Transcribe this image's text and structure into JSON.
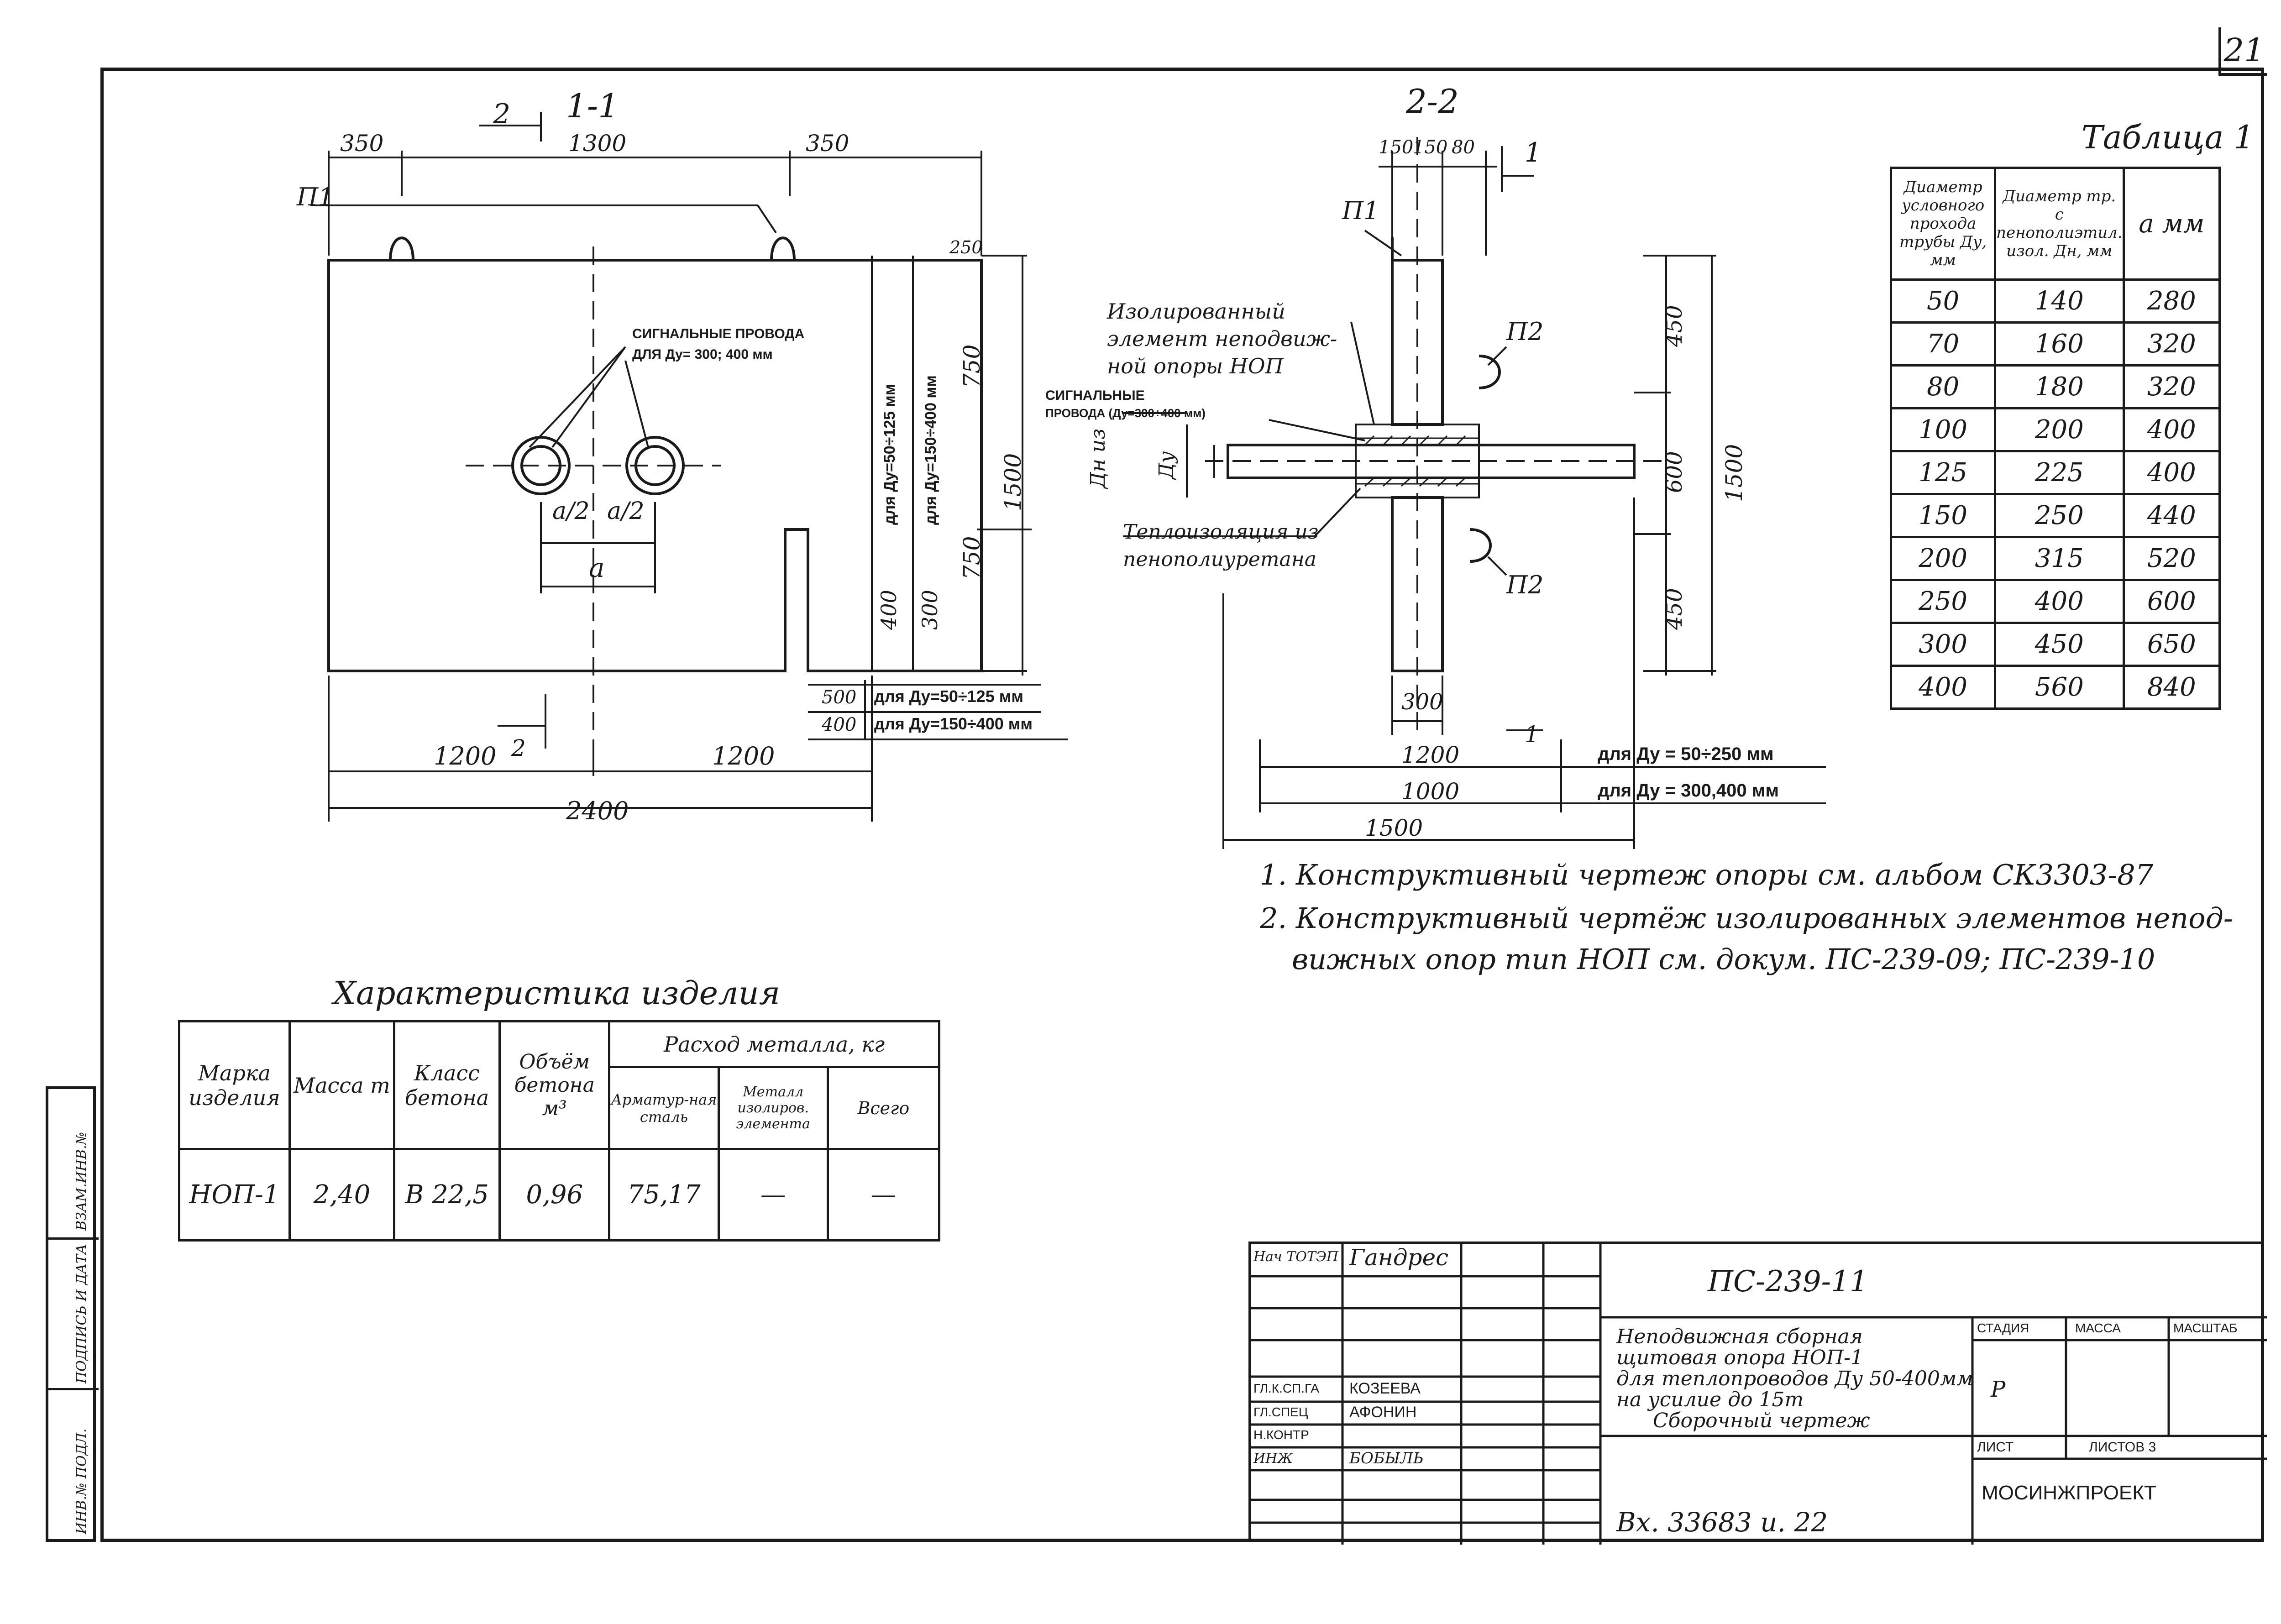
{
  "sheet": {
    "number": "21"
  },
  "section_1_1": {
    "title": "1-1",
    "cut_mark": "2",
    "dims_top": [
      "350",
      "1300",
      "350"
    ],
    "loop_label": "П1",
    "dim_top_small": "250",
    "wires_label_1": "СИГНАЛЬНЫЕ ПРОВОДА",
    "wires_label_2": "ДЛЯ Ду= 300; 400 мм",
    "half_a_left": "a/2",
    "half_a_right": "a/2",
    "dim_a": "a",
    "vert_dim_1": "для Ду=50÷125 мм",
    "vert_dim_2": "для Ду=150÷400 мм",
    "v750_top": "750",
    "v1500": "1500",
    "v750_bottom": "750",
    "v400": "400",
    "v300": "300",
    "row_500": "500",
    "row_500_text": "для Ду=50÷125 мм",
    "row_400": "400",
    "row_400_text": "для Ду=150÷400 мм",
    "bottom_left": "1200",
    "bottom_right": "1200",
    "bottom_mark": "2",
    "bottom_total": "2400"
  },
  "section_2_2": {
    "title": "2-2",
    "dims_top": [
      "150",
      "150",
      "80"
    ],
    "cut_mark": "1",
    "loop_p1": "П1",
    "loop_p2_top": "П2",
    "loop_p2_bottom": "П2",
    "insulated_1": "Изолированный",
    "insulated_2": "элемент неподвиж-",
    "insulated_3": "ной опоры НОП",
    "wires_1": "СИГНАЛЬНЫЕ",
    "wires_2": "ПРОВОДА (Ду=300÷400 мм)",
    "dn_label": "Дн из",
    "dy_label": "Ду",
    "foam_1": "Теплоизоляция из",
    "foam_2": "пенополиуретана",
    "v450_top": "450",
    "v600": "600",
    "v450_bottom": "450",
    "v1500": "1500",
    "dim_300": "300",
    "bottom_cut": "1",
    "dim_1200": "1200",
    "dim_1200_text": "для Ду = 50÷250 мм",
    "dim_1000": "1000",
    "dim_1000_text": "для Ду = 300,400 мм",
    "dim_1500": "1500"
  },
  "table1": {
    "title": "Таблица 1",
    "headers": [
      "Диаметр условного прохода трубы Ду, мм",
      "Диаметр тр. с пенополиэтил. изол. Дн, мм",
      "а мм"
    ],
    "rows": [
      [
        "50",
        "140",
        "280"
      ],
      [
        "70",
        "160",
        "320"
      ],
      [
        "80",
        "180",
        "320"
      ],
      [
        "100",
        "200",
        "400"
      ],
      [
        "125",
        "225",
        "400"
      ],
      [
        "150",
        "250",
        "440"
      ],
      [
        "200",
        "315",
        "520"
      ],
      [
        "250",
        "400",
        "600"
      ],
      [
        "300",
        "450",
        "650"
      ],
      [
        "400",
        "560",
        "840"
      ]
    ]
  },
  "notes": {
    "line1": "1. Конструктивный чертеж опоры см. альбом СК3303-87",
    "line2": "2. Конструктивный чертёж изолированных элементов непод-",
    "line3": "вижных опор тип НОП см. докум. ПС-239-09; ПС-239-10"
  },
  "characteristics": {
    "title": "Характеристика изделия",
    "h_mark": "Марка изделия",
    "h_mass": "Масса т",
    "h_class": "Класс бетона",
    "h_volume": "Объём бетона м³",
    "h_metal": "Расход металла, кг",
    "h_rebar": "Арматур-ная сталь",
    "h_iso": "Металл изолиров. элемента",
    "h_total": "Всего",
    "row": [
      "НОП-1",
      "2,40",
      "В 22,5",
      "0,96",
      "75,17",
      "—",
      "—"
    ]
  },
  "stamp": {
    "doc_code": "ПС-239-11",
    "title_1": "Неподвижная сборная",
    "title_2": "щитовая опора НОП-1",
    "title_3": "для теплопроводов Ду 50-400мм",
    "title_4": "на усилие до 15т",
    "title_5": "Сборочный чертеж",
    "role_1": "Нач ТОТЭП",
    "name_1": "Гандрес",
    "role_2": "ГЛ.К.СП.ГА",
    "name_2": "КОЗЕЕВА",
    "role_3": "ГЛ.СПЕЦ",
    "name_3": "АФОНИН",
    "role_4": "Н.КОНТР",
    "name_4": "",
    "role_5": "ИНЖ",
    "name_5": "БОБЫЛЬ",
    "stage_h": "СТАДИЯ",
    "mass_h": "МАССА",
    "scale_h": "МАСШТАБ",
    "stage": "Р",
    "sheet_h": "ЛИСТ",
    "sheets_h": "ЛИСТОВ 3",
    "org": "МОСИНЖПРОЕКТ",
    "archive": "Вх. 33683 и. 22"
  },
  "side_stamp": {
    "c1": "ИНВ.№ ПОДЛ.",
    "c2": "ПОДПИСЬ И ДАТА",
    "c3": "ВЗАМ.ИНВ.№"
  }
}
